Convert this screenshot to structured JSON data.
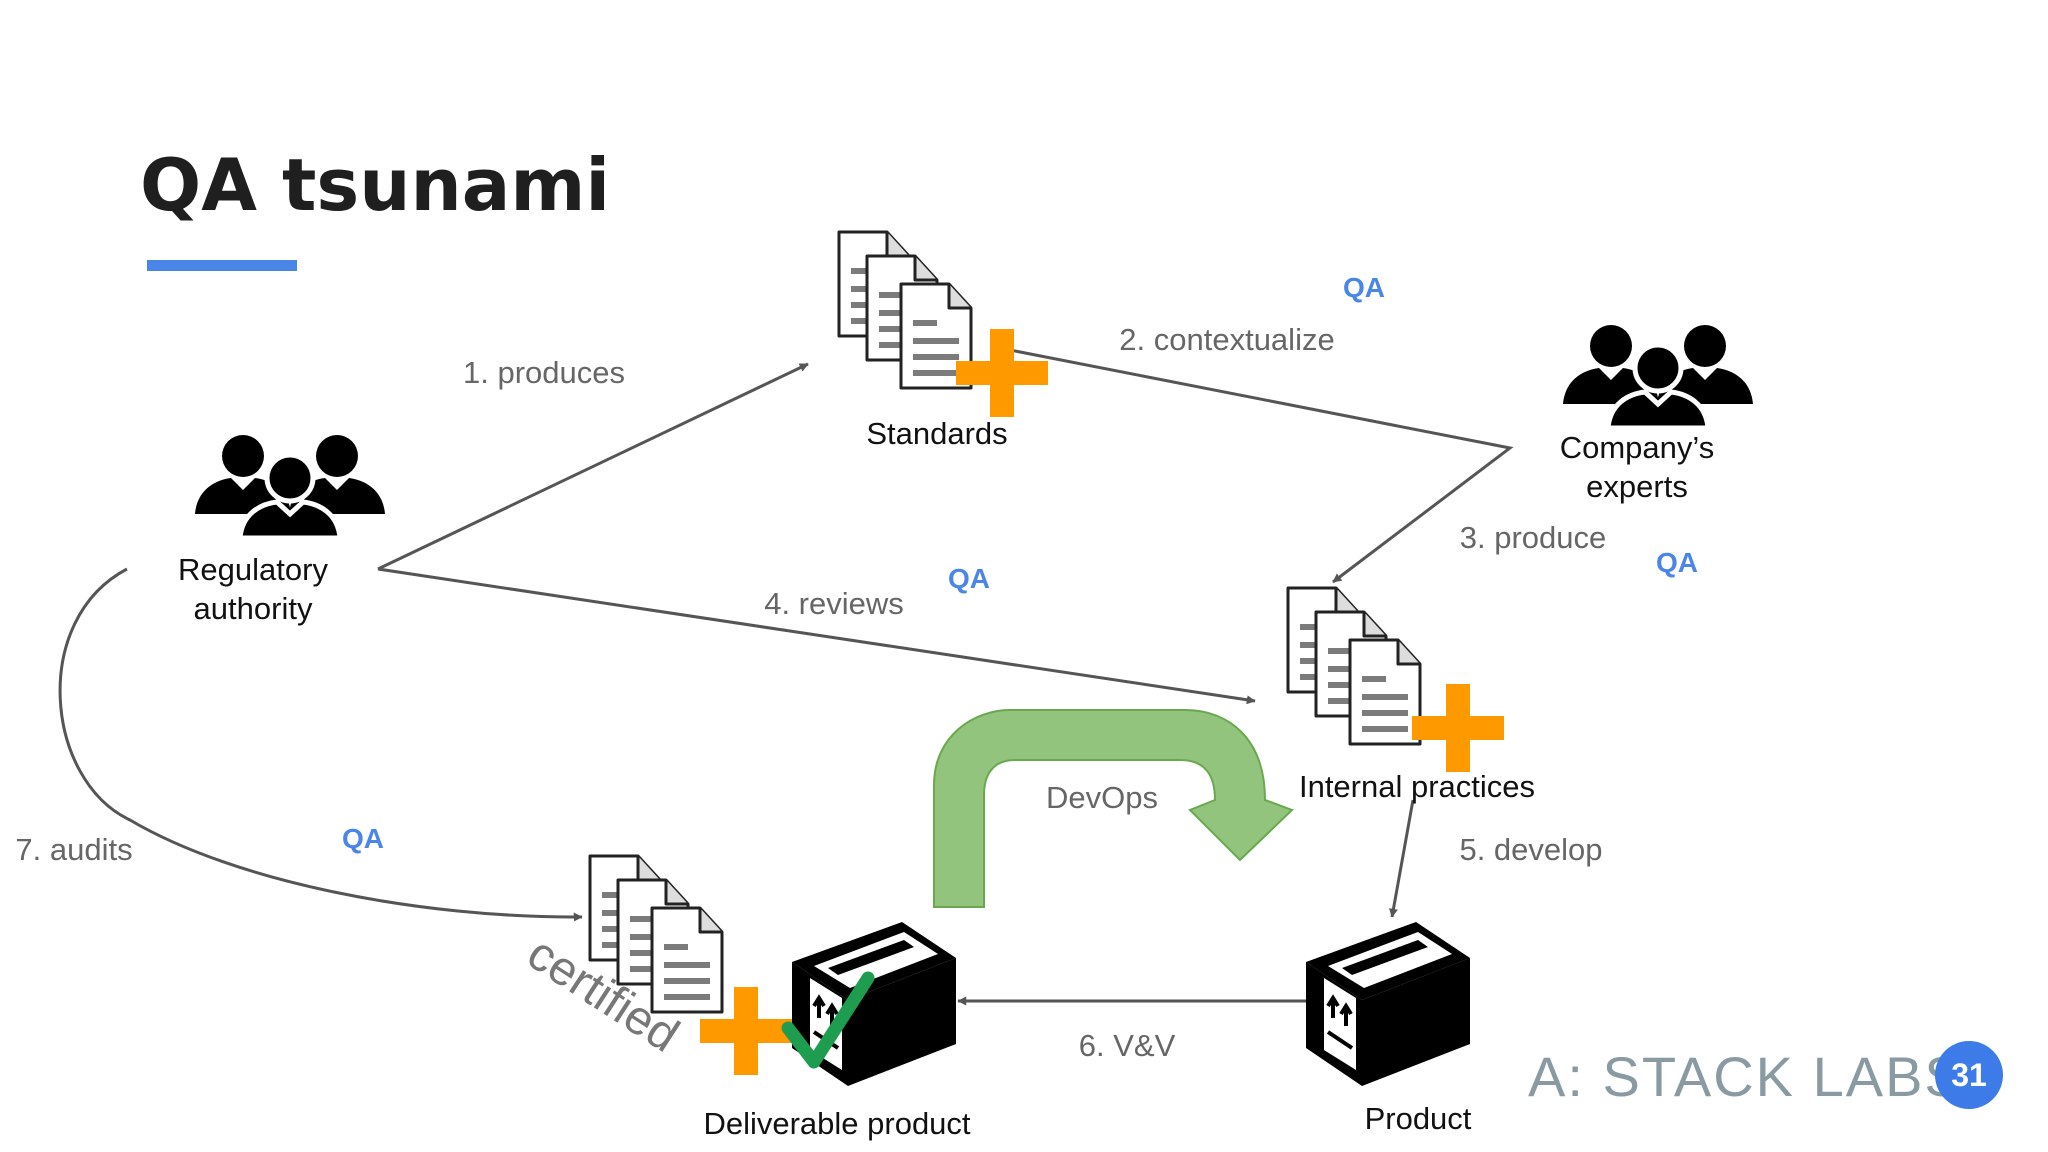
{
  "slide": {
    "title": "QA tsunami",
    "page_number": "31",
    "brand": "A: STACK LABS"
  },
  "nodes": {
    "regulatory_authority": [
      "Regulatory",
      "authority"
    ],
    "standards": "Standards",
    "company_experts": [
      "Company’s",
      "experts"
    ],
    "internal_practices": "Internal practices",
    "product": "Product",
    "deliverable_product": "Deliverable product",
    "certified_stamp": "certified"
  },
  "edges": {
    "produces": "1. produces",
    "contextualize": "2. contextualize",
    "produce": "3. produce",
    "reviews": "4. reviews",
    "develop": "5. develop",
    "vv": "6. V&V",
    "audits": "7. audits",
    "devops": "DevOps"
  },
  "qa_label": "QA",
  "colors": {
    "accent_blue": "#4a86e8",
    "plus_orange": "#ff9900",
    "check_green": "#1e9c4f",
    "devops_green": "#93c47d",
    "page_badge": "#3d7be8"
  }
}
